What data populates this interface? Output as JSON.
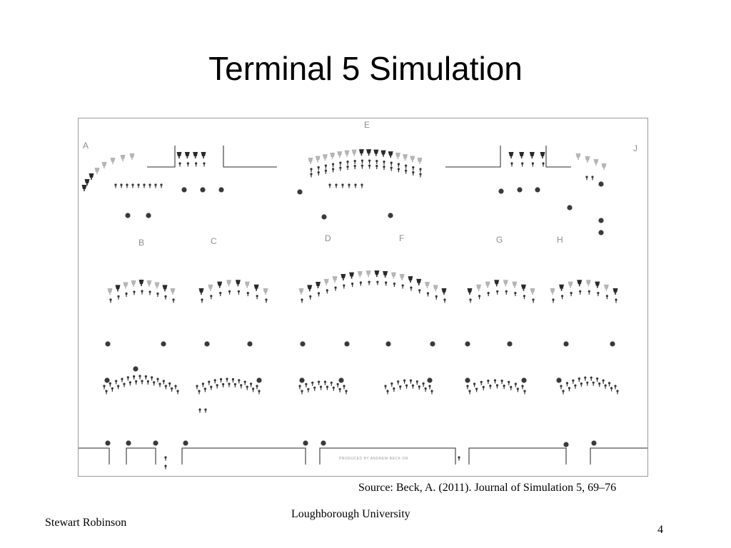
{
  "slide": {
    "title": "Terminal 5 Simulation",
    "source": "Source: Beck, A. (2011). Journal of Simulation 5, 69–76",
    "institution": "Loughborough University",
    "author": "Stewart Robinson",
    "page_number": "4"
  },
  "figure": {
    "zone_labels": [
      "A",
      "B",
      "C",
      "D",
      "E",
      "F",
      "G",
      "H",
      "J"
    ],
    "credit": "PRODUCED BY ANDREW BECK OR",
    "colors": {
      "frame": "#9a9a9a",
      "wall": "#555555",
      "desk_dark": "#2a2a2a",
      "desk_light": "#b5b5b5",
      "agent": "#333333",
      "node": "#3a3a3a"
    }
  }
}
